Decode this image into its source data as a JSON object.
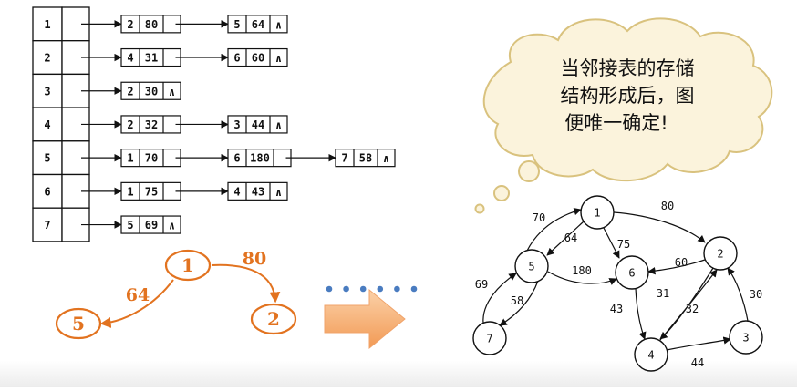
{
  "cloud": {
    "lines": [
      "当邻接表的存储",
      "结构形成后，图",
      "便唯一确定!"
    ]
  },
  "adjacency_list": [
    {
      "vertex": "1",
      "nodes": [
        {
          "v": "2",
          "w": "80"
        },
        {
          "v": "5",
          "w": "64"
        }
      ]
    },
    {
      "vertex": "2",
      "nodes": [
        {
          "v": "4",
          "w": "31"
        },
        {
          "v": "6",
          "w": "60"
        }
      ]
    },
    {
      "vertex": "3",
      "nodes": [
        {
          "v": "2",
          "w": "30"
        }
      ]
    },
    {
      "vertex": "4",
      "nodes": [
        {
          "v": "2",
          "w": "32"
        },
        {
          "v": "3",
          "w": "44"
        }
      ]
    },
    {
      "vertex": "5",
      "nodes": [
        {
          "v": "1",
          "w": "70"
        },
        {
          "v": "6",
          "w": "180"
        },
        {
          "v": "7",
          "w": "58"
        }
      ]
    },
    {
      "vertex": "6",
      "nodes": [
        {
          "v": "1",
          "w": "75"
        },
        {
          "v": "4",
          "w": "43"
        }
      ]
    },
    {
      "vertex": "7",
      "nodes": [
        {
          "v": "5",
          "w": "69"
        }
      ]
    }
  ],
  "null_symbol": "∧",
  "orange_graph": {
    "nodes": [
      "1",
      "5",
      "2"
    ],
    "edges": [
      {
        "from": "1",
        "to": "2",
        "w": "80"
      },
      {
        "from": "1",
        "to": "5",
        "w": "64"
      }
    ]
  },
  "graph": {
    "nodes": [
      "1",
      "2",
      "3",
      "4",
      "5",
      "6",
      "7"
    ],
    "edges": [
      {
        "from": "1",
        "to": "2",
        "w": "80"
      },
      {
        "from": "1",
        "to": "5",
        "w": "64"
      },
      {
        "from": "5",
        "to": "1",
        "w": "70"
      },
      {
        "from": "6",
        "to": "1",
        "w": "75"
      },
      {
        "from": "5",
        "to": "6",
        "w": "180"
      },
      {
        "from": "2",
        "to": "6",
        "w": "60"
      },
      {
        "from": "2",
        "to": "4",
        "w": "31"
      },
      {
        "from": "4",
        "to": "2",
        "w": "32"
      },
      {
        "from": "3",
        "to": "2",
        "w": "30"
      },
      {
        "from": "6",
        "to": "4",
        "w": "43"
      },
      {
        "from": "4",
        "to": "3",
        "w": "44"
      },
      {
        "from": "5",
        "to": "7",
        "w": "58"
      },
      {
        "from": "7",
        "to": "5",
        "w": "69"
      }
    ]
  },
  "colors": {
    "orange": "#e27320",
    "dots": "#4a7cc0",
    "cloud_fill": "#fbf3dc",
    "cloud_stroke": "#d9c27e",
    "arrow_fill": "#f6b27a"
  }
}
